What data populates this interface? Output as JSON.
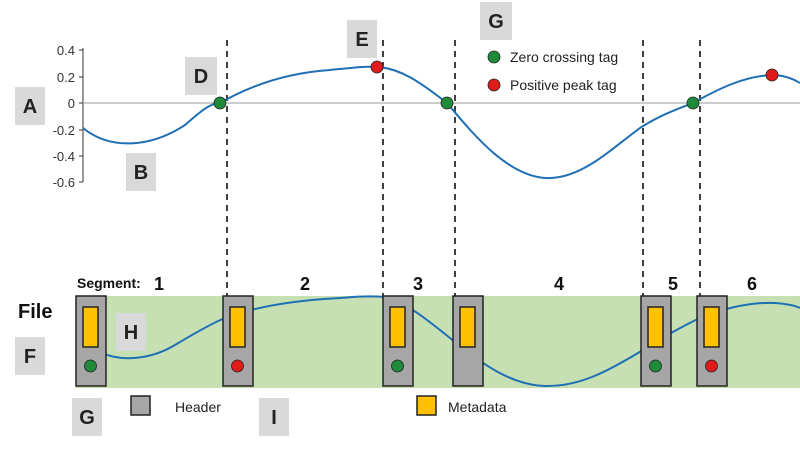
{
  "colors": {
    "signal": "#1f6fb5",
    "zero_tag": "#1e8a3a",
    "peak_tag": "#e01b1b",
    "file_band": "#c6e0b4",
    "header": "#a6a6a6",
    "metadata": "#ffc000",
    "label_box": "#d9d9d9"
  },
  "panel_labels": {
    "a": "A",
    "b": "B",
    "d": "D",
    "e": "E",
    "g_top": "G",
    "f": "F",
    "h": "H",
    "g_bottom": "G",
    "i": "I"
  },
  "axis": {
    "ticks": [
      "0.4",
      "0.2",
      "0",
      "-0.2",
      "-0.4",
      "-0.6"
    ]
  },
  "legend_top": {
    "zero": "Zero crossing tag",
    "peak": "Positive peak tag"
  },
  "legend_bottom": {
    "header": "Header",
    "metadata": "Metadata"
  },
  "file_title": "File",
  "segment_title": "Segment:",
  "segments": [
    "1",
    "2",
    "3",
    "4",
    "5",
    "6"
  ],
  "blocks": [
    {
      "tag": "zero"
    },
    {
      "tag": "peak"
    },
    {
      "tag": "zero"
    },
    {
      "tag": "none"
    },
    {
      "tag": "zero"
    },
    {
      "tag": "peak"
    }
  ],
  "icons": {
    "zero": "green-dot-icon",
    "peak": "red-dot-icon",
    "header": "gray-square-icon",
    "metadata": "yellow-square-icon"
  }
}
